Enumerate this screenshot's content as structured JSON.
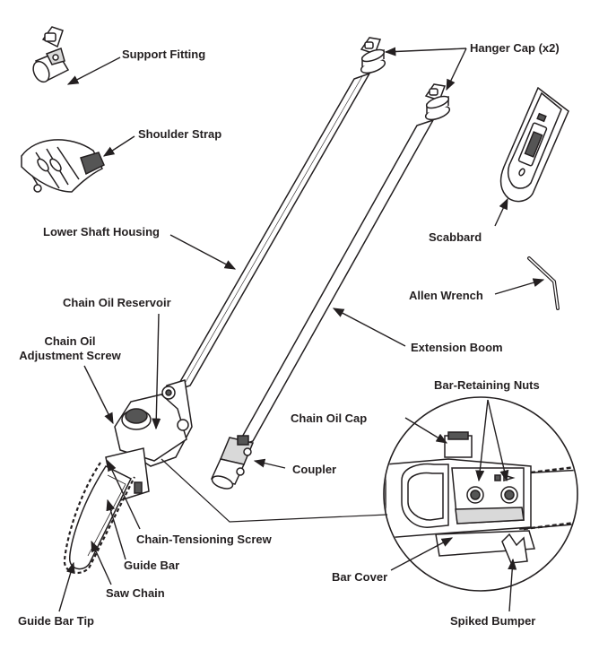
{
  "diagram": {
    "labels": {
      "support_fitting": "Support Fitting",
      "hanger_cap": "Hanger Cap (x2)",
      "shoulder_strap": "Shoulder Strap",
      "lower_shaft_housing": "Lower Shaft Housing",
      "scabbard": "Scabbard",
      "allen_wrench": "Allen Wrench",
      "chain_oil_reservoir": "Chain Oil Reservoir",
      "chain_oil_adjustment_screw_line1": "Chain Oil",
      "chain_oil_adjustment_screw_line2": "Adjustment Screw",
      "extension_boom": "Extension Boom",
      "bar_retaining_nuts": "Bar-Retaining Nuts",
      "chain_oil_cap": "Chain Oil Cap",
      "coupler": "Coupler",
      "chain_tensioning_screw": "Chain-Tensioning Screw",
      "guide_bar": "Guide Bar",
      "saw_chain": "Saw Chain",
      "bar_cover": "Bar Cover",
      "guide_bar_tip": "Guide Bar Tip",
      "spiked_bumper": "Spiked Bumper"
    },
    "colors": {
      "line": "#231f20",
      "fill": "#ffffff",
      "shade": "#d9d9d9",
      "dark": "#555555"
    }
  }
}
